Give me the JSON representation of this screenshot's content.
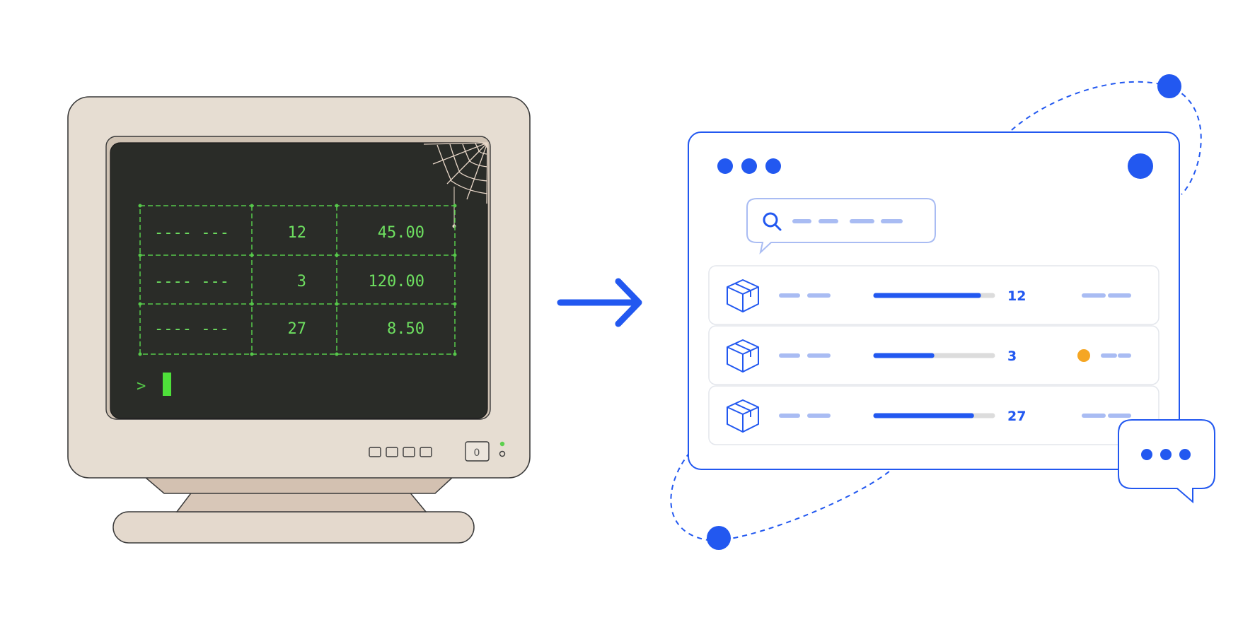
{
  "legacy_terminal": {
    "rows": [
      {
        "name_placeholder": "---- ---",
        "quantity": "12",
        "price": "45.00"
      },
      {
        "name_placeholder": "---- ---",
        "quantity": "3",
        "price": "120.00"
      },
      {
        "name_placeholder": "---- ---",
        "quantity": "27",
        "price": "8.50"
      }
    ],
    "prompt": ">",
    "power_button_label": "0"
  },
  "modern_app": {
    "items": [
      {
        "quantity": "12",
        "progress": 0.88,
        "status_dot": false
      },
      {
        "quantity": "3",
        "progress": 0.48,
        "status_dot": true
      },
      {
        "quantity": "27",
        "progress": 0.82,
        "status_dot": false
      }
    ]
  },
  "colors": {
    "accent_blue": "#2258f0",
    "placeholder_blue": "#a9bcf3",
    "terminal_green": "#6ee060",
    "terminal_screen": "#2a2c28",
    "crt_beige": "#e6ddd2",
    "status_orange": "#f5a623"
  },
  "icons": {
    "search": "search-icon",
    "item": "package-box-icon",
    "chat": "chat-bubble-icon",
    "arrow": "arrow-right-icon",
    "cobweb": "cobweb-icon"
  }
}
